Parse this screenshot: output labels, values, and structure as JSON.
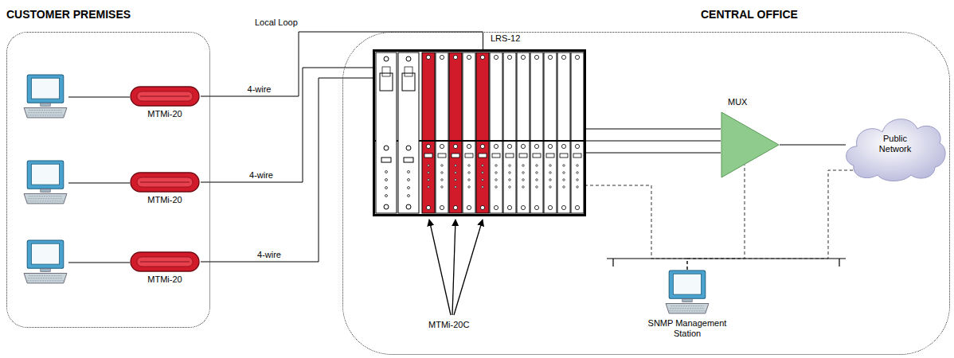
{
  "diagram": {
    "nodes": [
      {
        "text": [
          "CUSTOMER PREMISES"
        ]
      },
      {
        "text": [
          "MTMi-20"
        ],
        "in": 0
      },
      {
        "text": [
          "MTMi-20"
        ],
        "in": 0
      },
      {
        "text": [
          "MTMi-20"
        ],
        "in": 0
      },
      {
        "text": [
          "CENTRAL OFFICE"
        ]
      },
      {
        "text": [
          "LRS-12"
        ],
        "in": 4
      },
      {
        "text": [
          "MUX"
        ],
        "in": 4
      },
      {
        "text": [
          "Public Network"
        ],
        "in": 4
      },
      {
        "text": [
          "SNMP Management Station"
        ],
        "in": 4
      }
    ],
    "edges": [
      {
        "from": 1,
        "to": 5,
        "label": "4-wire",
        "arrow": "none"
      },
      {
        "from": 2,
        "to": 5,
        "label": "4-wire",
        "arrow": "none"
      },
      {
        "from": 3,
        "to": 5,
        "label": "4-wire",
        "arrow": "none"
      },
      {
        "from": 5,
        "to": 6,
        "arrow": "none"
      },
      {
        "from": 5,
        "to": 6,
        "arrow": "none"
      },
      {
        "from": 5,
        "to": 6,
        "arrow": "none"
      },
      {
        "from": 6,
        "to": 7,
        "arrow": "none"
      },
      {
        "from": 8,
        "to": 5,
        "arrow": "none"
      },
      {
        "from": 8,
        "to": 6,
        "arrow": "none"
      },
      {
        "from": 8,
        "to": 7,
        "arrow": "none"
      }
    ],
    "labels": [
      "Local Loop",
      "MTMi-20C"
    ]
  }
}
